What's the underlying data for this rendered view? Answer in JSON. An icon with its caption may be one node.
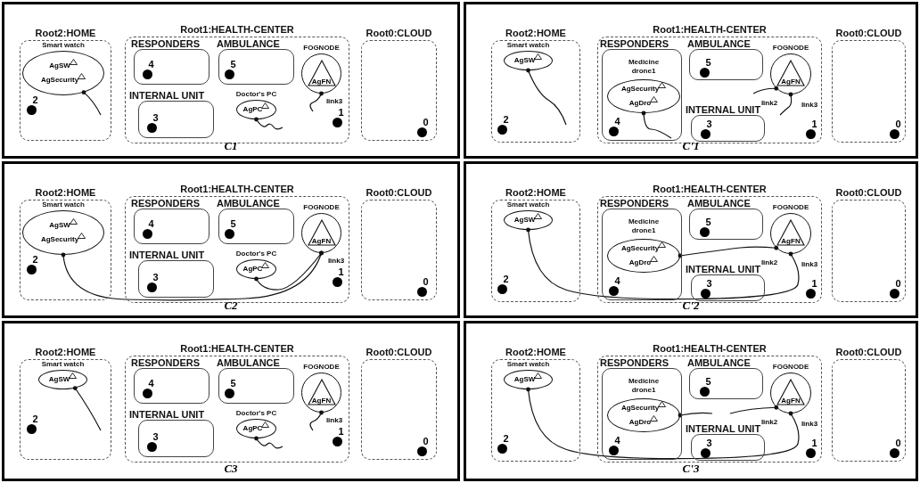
{
  "diagram": {
    "nodes": [
      {
        "text": [
          "C1"
        ]
      },
      {
        "text": [
          "Root2:HOME"
        ],
        "in": 0
      },
      {
        "text": [
          "Smart watch",
          "AgSW",
          "AgSecurity"
        ],
        "in": 1
      },
      {
        "text": [
          "2"
        ],
        "in": 1
      },
      {
        "text": [
          "Root1:HEALTH-CENTER"
        ],
        "in": 0
      },
      {
        "text": [
          "RESPONDERS"
        ],
        "in": 4
      },
      {
        "text": [
          "4"
        ],
        "in": 5
      },
      {
        "text": [
          "AMBULANCE"
        ],
        "in": 4
      },
      {
        "text": [
          "5"
        ],
        "in": 7
      },
      {
        "text": [
          "FOGNODE",
          "AgFN"
        ],
        "in": 4
      },
      {
        "text": [
          "INTERNAL UNIT"
        ],
        "in": 4
      },
      {
        "text": [
          "3"
        ],
        "in": 10
      },
      {
        "text": [
          "Doctor's PC",
          "AgPC"
        ],
        "in": 4
      },
      {
        "text": [
          "1"
        ],
        "in": 4
      },
      {
        "text": [
          "Root0:CLOUD"
        ],
        "in": 0
      },
      {
        "text": [
          "0"
        ],
        "in": 14
      },
      {
        "text": [
          "C'1"
        ]
      },
      {
        "text": [
          "Root2:HOME"
        ],
        "in": 16
      },
      {
        "text": [
          "Smart watch",
          "AgSW"
        ],
        "in": 17
      },
      {
        "text": [
          "2"
        ],
        "in": 17
      },
      {
        "text": [
          "Root1:HEALTH-CENTER"
        ],
        "in": 16
      },
      {
        "text": [
          "RESPONDERS"
        ],
        "in": 20
      },
      {
        "text": [
          "Medicine drone1",
          "AgSecurity",
          "AgDro"
        ],
        "in": 21
      },
      {
        "text": [
          "4"
        ],
        "in": 21
      },
      {
        "text": [
          "AMBULANCE"
        ],
        "in": 20
      },
      {
        "text": [
          "5"
        ],
        "in": 24
      },
      {
        "text": [
          "FOGNODE",
          "AgFN"
        ],
        "in": 20
      },
      {
        "text": [
          "INTERNAL UNIT"
        ],
        "in": 20
      },
      {
        "text": [
          "3"
        ],
        "in": 27
      },
      {
        "text": [
          "1"
        ],
        "in": 20
      },
      {
        "text": [
          "Root0:CLOUD"
        ],
        "in": 16
      },
      {
        "text": [
          "0"
        ],
        "in": 30
      },
      {
        "text": [
          "C2"
        ]
      },
      {
        "text": [
          "Root2:HOME"
        ],
        "in": 32
      },
      {
        "text": [
          "Smart watch",
          "AgSW",
          "AgSecurity"
        ],
        "in": 33
      },
      {
        "text": [
          "2"
        ],
        "in": 33
      },
      {
        "text": [
          "Root1:HEALTH-CENTER"
        ],
        "in": 32
      },
      {
        "text": [
          "RESPONDERS"
        ],
        "in": 36
      },
      {
        "text": [
          "4"
        ],
        "in": 37
      },
      {
        "text": [
          "AMBULANCE"
        ],
        "in": 36
      },
      {
        "text": [
          "5"
        ],
        "in": 39
      },
      {
        "text": [
          "FOGNODE",
          "AgFN"
        ],
        "in": 36
      },
      {
        "text": [
          "INTERNAL UNIT"
        ],
        "in": 36
      },
      {
        "text": [
          "3"
        ],
        "in": 42
      },
      {
        "text": [
          "Doctor's PC",
          "AgPC"
        ],
        "in": 36
      },
      {
        "text": [
          "1"
        ],
        "in": 36
      },
      {
        "text": [
          "Root0:CLOUD"
        ],
        "in": 32
      },
      {
        "text": [
          "0"
        ],
        "in": 46
      },
      {
        "text": [
          "C'2"
        ]
      },
      {
        "text": [
          "Root2:HOME"
        ],
        "in": 48
      },
      {
        "text": [
          "Smart watch",
          "AgSW"
        ],
        "in": 49
      },
      {
        "text": [
          "2"
        ],
        "in": 49
      },
      {
        "text": [
          "Root1:HEALTH-CENTER"
        ],
        "in": 48
      },
      {
        "text": [
          "RESPONDERS"
        ],
        "in": 52
      },
      {
        "text": [
          "Medicine drone1",
          "AgSecurity",
          "AgDro"
        ],
        "in": 53
      },
      {
        "text": [
          "4"
        ],
        "in": 53
      },
      {
        "text": [
          "AMBULANCE"
        ],
        "in": 52
      },
      {
        "text": [
          "5"
        ],
        "in": 56
      },
      {
        "text": [
          "FOGNODE",
          "AgFN"
        ],
        "in": 52
      },
      {
        "text": [
          "INTERNAL UNIT"
        ],
        "in": 52
      },
      {
        "text": [
          "3"
        ],
        "in": 59
      },
      {
        "text": [
          "1"
        ],
        "in": 52
      },
      {
        "text": [
          "Root0:CLOUD"
        ],
        "in": 48
      },
      {
        "text": [
          "0"
        ],
        "in": 62
      },
      {
        "text": [
          "C3"
        ]
      },
      {
        "text": [
          "Root2:HOME"
        ],
        "in": 64
      },
      {
        "text": [
          "Smart watch",
          "AgSW"
        ],
        "in": 65
      },
      {
        "text": [
          "2"
        ],
        "in": 65
      },
      {
        "text": [
          "Root1:HEALTH-CENTER"
        ],
        "in": 64
      },
      {
        "text": [
          "RESPONDERS"
        ],
        "in": 68
      },
      {
        "text": [
          "4"
        ],
        "in": 69
      },
      {
        "text": [
          "AMBULANCE"
        ],
        "in": 68
      },
      {
        "text": [
          "5"
        ],
        "in": 71
      },
      {
        "text": [
          "FOGNODE",
          "AgFN"
        ],
        "in": 68
      },
      {
        "text": [
          "INTERNAL UNIT"
        ],
        "in": 68
      },
      {
        "text": [
          "3"
        ],
        "in": 74
      },
      {
        "text": [
          "Doctor's PC",
          "AgPC"
        ],
        "in": 68
      },
      {
        "text": [
          "1"
        ],
        "in": 68
      },
      {
        "text": [
          "Root0:CLOUD"
        ],
        "in": 64
      },
      {
        "text": [
          "0"
        ],
        "in": 78
      },
      {
        "text": [
          "C'3"
        ]
      },
      {
        "text": [
          "Root2:HOME"
        ],
        "in": 80
      },
      {
        "text": [
          "Smart watch",
          "AgSW"
        ],
        "in": 81
      },
      {
        "text": [
          "2"
        ],
        "in": 81
      },
      {
        "text": [
          "Root1:HEALTH-CENTER"
        ],
        "in": 80
      },
      {
        "text": [
          "RESPONDERS"
        ],
        "in": 84
      },
      {
        "text": [
          "Medicine drone1",
          "AgSecurity",
          "AgDro"
        ],
        "in": 85
      },
      {
        "text": [
          "4"
        ],
        "in": 85
      },
      {
        "text": [
          "AMBULANCE"
        ],
        "in": 84
      },
      {
        "text": [
          "5"
        ],
        "in": 88
      },
      {
        "text": [
          "FOGNODE",
          "AgFN"
        ],
        "in": 84
      },
      {
        "text": [
          "INTERNAL UNIT"
        ],
        "in": 84
      },
      {
        "text": [
          "3"
        ],
        "in": 91
      },
      {
        "text": [
          "1"
        ],
        "in": 84
      },
      {
        "text": [
          "Root0:CLOUD"
        ],
        "in": 80
      },
      {
        "text": [
          "0"
        ],
        "in": 94
      }
    ],
    "edges": [
      {
        "from": 2,
        "to": null,
        "arrow": "other"
      },
      {
        "from": 9,
        "to": null,
        "arrow": "other",
        "label": "link3"
      },
      {
        "from": 12,
        "to": null,
        "arrow": "other"
      },
      {
        "from": 18,
        "to": null,
        "arrow": "other"
      },
      {
        "from": 22,
        "to": null,
        "arrow": "other"
      },
      {
        "from": null,
        "to": 26,
        "arrow": "other",
        "label": "link2"
      },
      {
        "from": 26,
        "to": null,
        "arrow": "other",
        "label": "link3"
      },
      {
        "from": 34,
        "to": 41,
        "arrow": "other",
        "label": "link3"
      },
      {
        "from": 44,
        "to": 41,
        "arrow": "other"
      },
      {
        "from": 50,
        "to": 58,
        "arrow": "other",
        "label": "link3"
      },
      {
        "from": 54,
        "to": 58,
        "arrow": "other",
        "label": "link2"
      },
      {
        "from": 66,
        "to": null,
        "arrow": "other"
      },
      {
        "from": 73,
        "to": null,
        "arrow": "other",
        "label": "link3"
      },
      {
        "from": 76,
        "to": null,
        "arrow": "other"
      },
      {
        "from": 82,
        "to": 90,
        "arrow": "other",
        "label": "link3"
      },
      {
        "from": 86,
        "to": null,
        "arrow": "other"
      },
      {
        "from": null,
        "to": 90,
        "arrow": "other",
        "label": "link2"
      }
    ]
  }
}
